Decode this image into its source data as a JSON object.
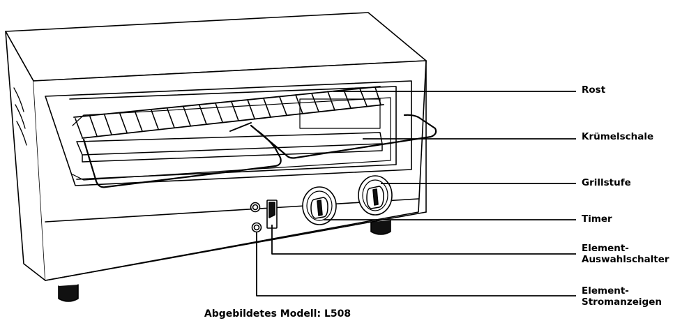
{
  "labels": {
    "rost": "Rost",
    "kruemelschale": "Krümelschale",
    "grillstufe": "Grillstufe",
    "timer": "Timer",
    "element_selector_line1": "Element-",
    "element_selector_line2": "Auswahlschalter",
    "element_power_line1": "Element-",
    "element_power_line2": "Stromanzeigen"
  },
  "caption": "Abgebildetes Modell: L508"
}
